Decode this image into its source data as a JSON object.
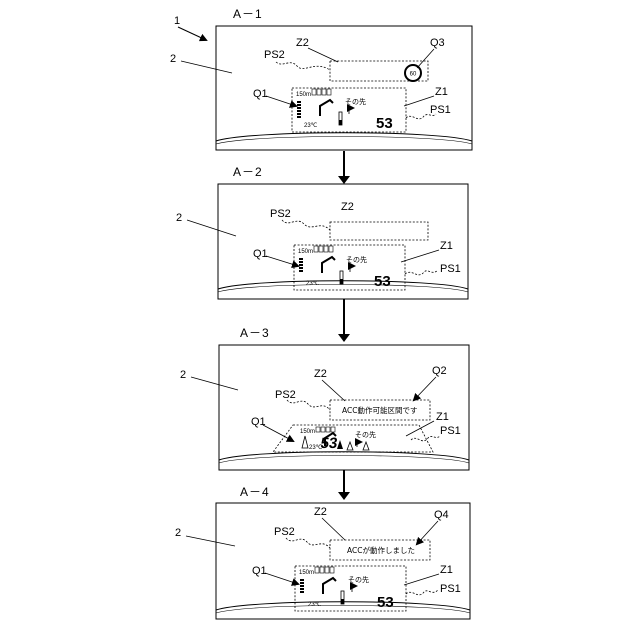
{
  "figure_ref": "1",
  "panels": [
    {
      "title": "A－1",
      "windshield": "2",
      "region_upper": "Z2",
      "region_lower": "Z1",
      "path_upper": "PS2",
      "path_lower": "PS1",
      "icon_label": "Q1",
      "extra_label": "Q3",
      "sign_value": "60",
      "message": "",
      "distance": "150m",
      "instruction": "その先",
      "temperature": "23℃",
      "speed": "53"
    },
    {
      "title": "A－2",
      "windshield": "2",
      "region_upper": "Z2",
      "region_lower": "Z1",
      "path_upper": "PS2",
      "path_lower": "PS1",
      "icon_label": "Q1",
      "extra_label": "",
      "sign_value": "",
      "message": "",
      "distance": "150m",
      "instruction": "その先",
      "temperature": "23℃",
      "speed": "53"
    },
    {
      "title": "A－3",
      "windshield": "2",
      "region_upper": "Z2",
      "region_lower": "Z1",
      "path_upper": "PS2",
      "path_lower": "PS1",
      "icon_label": "Q1",
      "extra_label": "Q2",
      "sign_value": "",
      "message": "ACC動作可能区間です",
      "distance": "150m",
      "instruction": "その先",
      "temperature": "23℃",
      "speed": "53"
    },
    {
      "title": "A－4",
      "windshield": "2",
      "region_upper": "Z2",
      "region_lower": "Z1",
      "path_upper": "PS2",
      "path_lower": "PS1",
      "icon_label": "Q1",
      "extra_label": "Q4",
      "sign_value": "",
      "message": "ACCが動作しました",
      "distance": "150m",
      "instruction": "その先",
      "temperature": "23℃",
      "speed": "53"
    }
  ]
}
